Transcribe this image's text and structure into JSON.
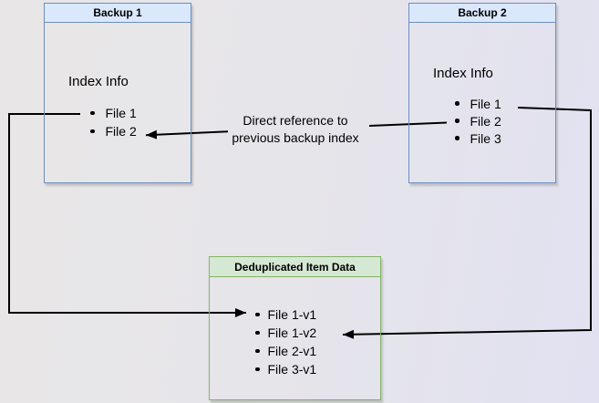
{
  "diagram": {
    "background_left": "#e8e6e6",
    "background_right": "#e1e1f1",
    "arrow_color": "#000000",
    "nodes": {
      "backup1": {
        "title": "Backup 1",
        "header_fill": "#dae8fc",
        "border_color": "#6c8ebf",
        "label": "Index Info",
        "files": [
          "File 1",
          "File 2"
        ]
      },
      "backup2": {
        "title": "Backup 2",
        "header_fill": "#dae8fc",
        "border_color": "#6c8ebf",
        "label": "Index Info",
        "files": [
          "File 1",
          "File 2",
          "File 3"
        ]
      },
      "dedup": {
        "title": "Deduplicated Item Data",
        "header_fill": "#d5e8d4",
        "border_color": "#82b366",
        "files": [
          "File 1-v1",
          "File 1-v2",
          "File 2-v1",
          "File 3-v1"
        ]
      }
    },
    "edge_label": {
      "line1": "Direct reference to",
      "line2": "previous backup index"
    }
  }
}
